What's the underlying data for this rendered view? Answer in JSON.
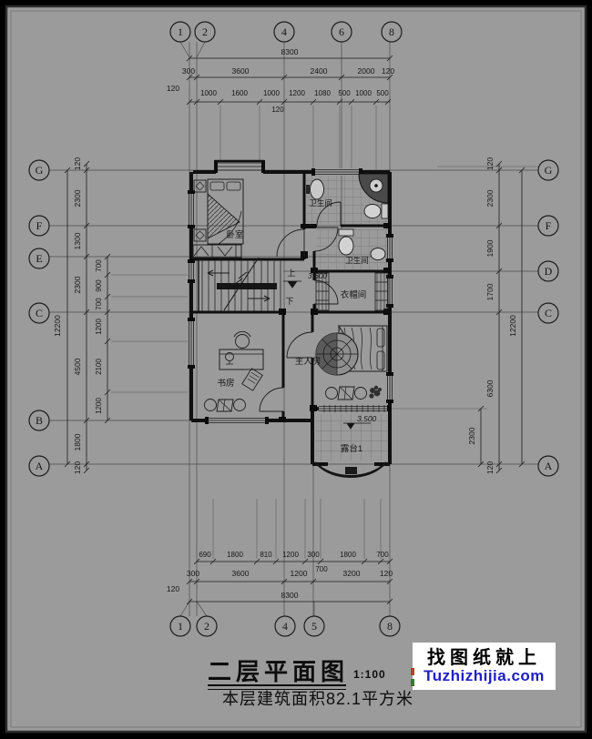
{
  "title_block": {
    "title": "二层平面图",
    "scale": "1:100",
    "area_note": "本层建筑面积82.1平方米"
  },
  "watermark": {
    "line1": "找图纸就上",
    "line2": "Tuzhizhijia.com"
  },
  "axes": {
    "top": [
      "1",
      "2",
      "4",
      "6",
      "8"
    ],
    "bottom": [
      "1",
      "2",
      "4",
      "5",
      "8"
    ],
    "left": [
      "G",
      "F",
      "E",
      "C",
      "B",
      "A"
    ],
    "right": [
      "G",
      "F",
      "D",
      "C",
      "A"
    ]
  },
  "dimensions": {
    "top_overall": "8300",
    "top_row2": [
      "300",
      "3600",
      "2400",
      "2000",
      "120"
    ],
    "top_row2_left": "120",
    "top_row3": [
      "1000",
      "1600",
      "1000",
      "1200",
      "1080",
      "500",
      "1000",
      "500"
    ],
    "top_row3_extra": "120",
    "bottom_row1": [
      "690",
      "1800",
      "810",
      "1200",
      "300",
      "1800",
      "700"
    ],
    "bottom_row1_extra": "700",
    "bottom_row2": [
      "300",
      "3600",
      "1200",
      "3200",
      "120"
    ],
    "bottom_row2_left": "120",
    "bottom_overall": "8300",
    "left_overall": "12200",
    "left_outer": [
      "120",
      "2300",
      "1300",
      "2300",
      "4500",
      "1800",
      "120"
    ],
    "left_inner": [
      "700",
      "900",
      "700",
      "1200",
      "2100",
      "1200"
    ],
    "right_overall": "12200",
    "right_outer": [
      "120",
      "2300",
      "1900",
      "1700",
      "6300",
      "120"
    ],
    "right_inner": "2300"
  },
  "rooms": {
    "bedroom": "卧室",
    "bath1": "卫生间",
    "bath2": "卫生间",
    "cloak": "衣帽间",
    "master": "主人房",
    "study": "书房",
    "terrace": "露台1"
  },
  "stairs": {
    "up": "上",
    "down": "下",
    "level": "3.600"
  },
  "terrace_level": "3.500",
  "colors": {
    "paper": "#9b9b9b",
    "ink": "#161616",
    "link_blue": "#2020c0"
  }
}
